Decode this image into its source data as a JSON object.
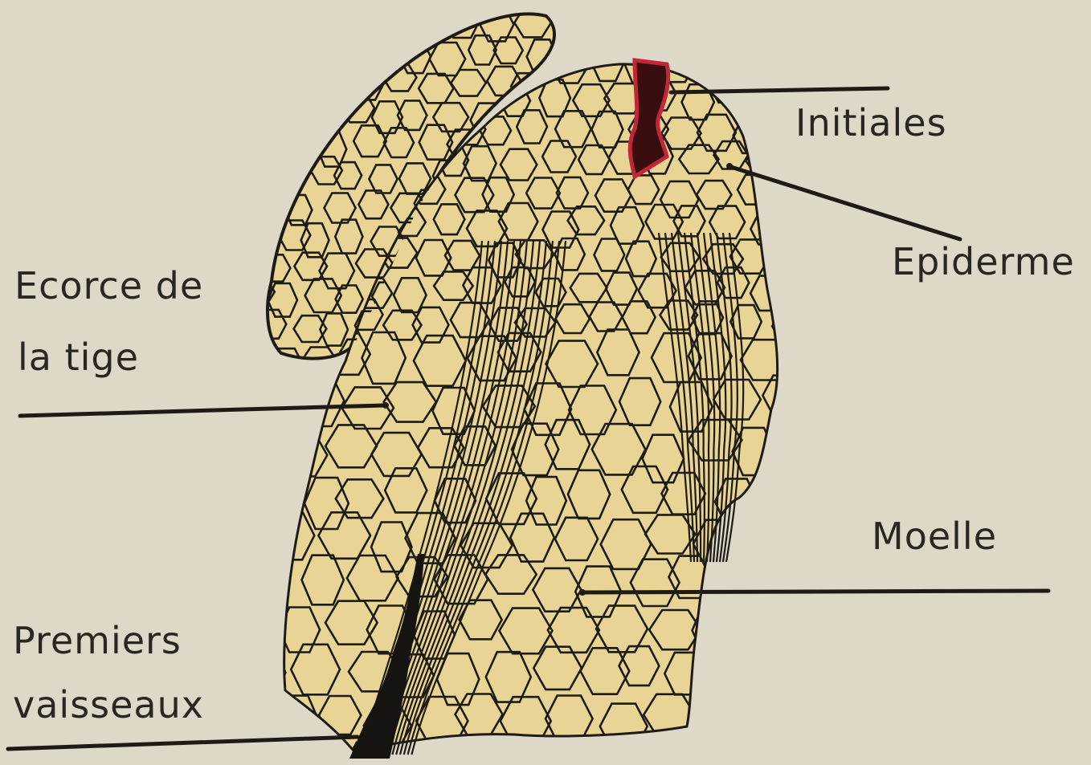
{
  "labels": {
    "initiales": "Initiales",
    "epiderme": "Epiderme",
    "ecorce_line1": "Ecorce de",
    "ecorce_line2": "la tige",
    "moelle": "Moelle",
    "premiers_line1": "Premiers",
    "premiers_line2": "vaisseaux"
  },
  "colors": {
    "paper": "#ddd8c8",
    "tissue": "#e8d596",
    "cell_wall": "#1e1b14",
    "initials": "#3a0d0f",
    "initials_rim": "#c0283a",
    "vessels": "#161410"
  }
}
